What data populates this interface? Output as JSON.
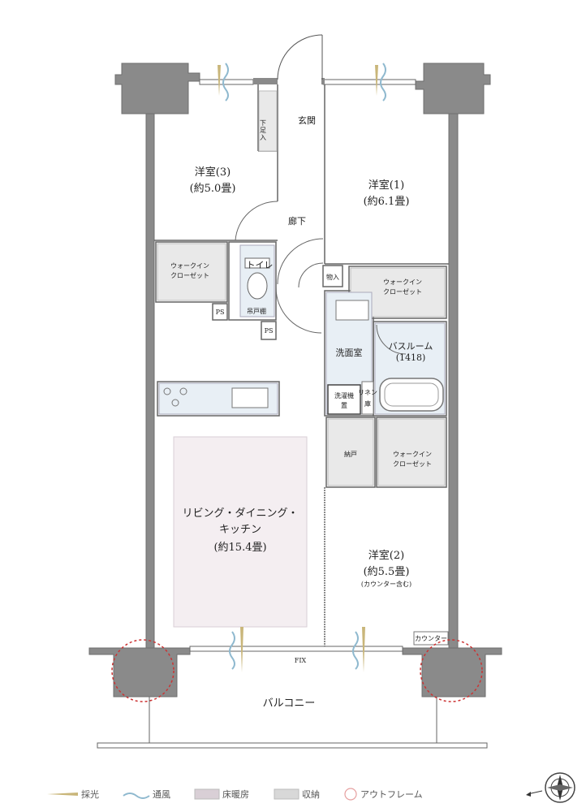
{
  "rooms": {
    "western3_name": "洋室(3)",
    "western3_size": "(約5.0畳)",
    "western1_name": "洋室(1)",
    "western1_size": "(約6.1畳)",
    "western2_name": "洋室(2)",
    "western2_size": "(約5.5畳)",
    "western2_note": "(カウンター含む)",
    "entrance": "玄関",
    "shoe_box": [
      "下",
      "足",
      "入"
    ],
    "corridor": "廊下",
    "wic_left": [
      "ウォークイン",
      "クローゼット"
    ],
    "wic_right": [
      "ウォークイン",
      "クローゼット"
    ],
    "wic_lower": [
      "ウォークイン",
      "クローゼット"
    ],
    "toilet": "トイレ",
    "toilet_shelf": "吊戸棚",
    "ps": "PS",
    "storage": "物入",
    "washroom": "洗面室",
    "bathroom": "バスルーム",
    "bathroom_size": "(1418)",
    "laundry": [
      "洗濯機",
      "置"
    ],
    "linen": [
      "リネン",
      "庫"
    ],
    "nando": "納戸",
    "ldk_line1": "リビング・ダイニング・",
    "ldk_line2": "キッチン",
    "ldk_size": "(約15.4畳)",
    "counter": "カウンター",
    "fix": "FIX",
    "balcony": "バルコニー"
  },
  "legend": [
    {
      "label": "採光",
      "type": "light",
      "color": "#c9b67a"
    },
    {
      "label": "通風",
      "type": "wind",
      "color": "#8fb9cf"
    },
    {
      "label": "床暖房",
      "type": "box",
      "color": "#d9cfd6"
    },
    {
      "label": "収納",
      "type": "box",
      "color": "#d8d8d8"
    },
    {
      "label": "アウトフレーム",
      "type": "circle",
      "color": "#e6a0a0"
    }
  ],
  "colors": {
    "wall": "#8a8a8a",
    "floor_heating": "#f4eef1",
    "storage": "#e9e9e9",
    "water": "#e8eff5",
    "outframe": "#cc3333",
    "light": "#c9b67a",
    "wind": "#8fb9cf"
  }
}
